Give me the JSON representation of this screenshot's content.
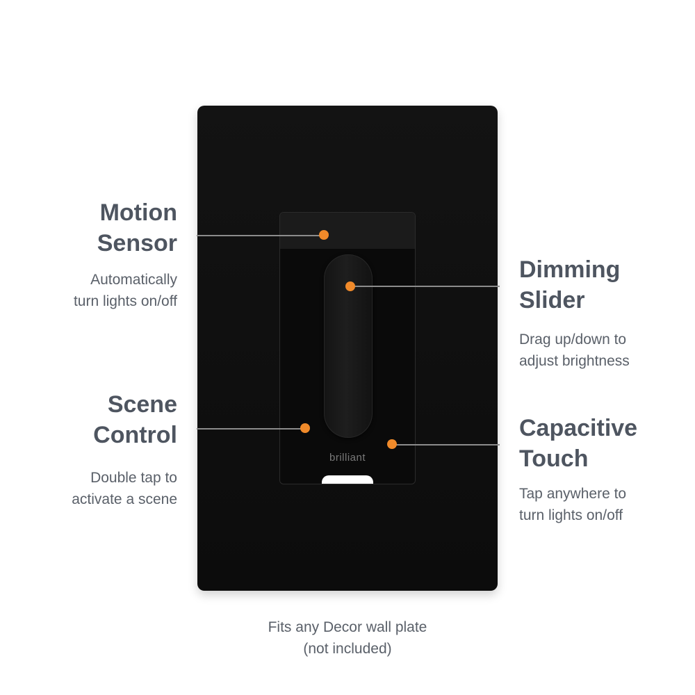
{
  "product": {
    "brand": "brilliant"
  },
  "callouts": {
    "motion_sensor": {
      "title": "Motion\nSensor",
      "description": "Automatically\nturn lights on/off"
    },
    "scene_control": {
      "title": "Scene\nControl",
      "description": "Double tap to\nactivate a scene"
    },
    "dimming_slider": {
      "title": "Dimming\nSlider",
      "description": "Drag up/down to\nadjust brightness"
    },
    "capacitive_touch": {
      "title": "Capacitive\nTouch",
      "description": "Tap anywhere to\nturn lights on/off"
    }
  },
  "footer": {
    "note": "Fits any Decor wall plate\n(not included)"
  },
  "colors": {
    "accent_dot": "#f08a2a",
    "title_text": "#4e5560",
    "body_text": "#5a6069",
    "plate": "#111111"
  }
}
